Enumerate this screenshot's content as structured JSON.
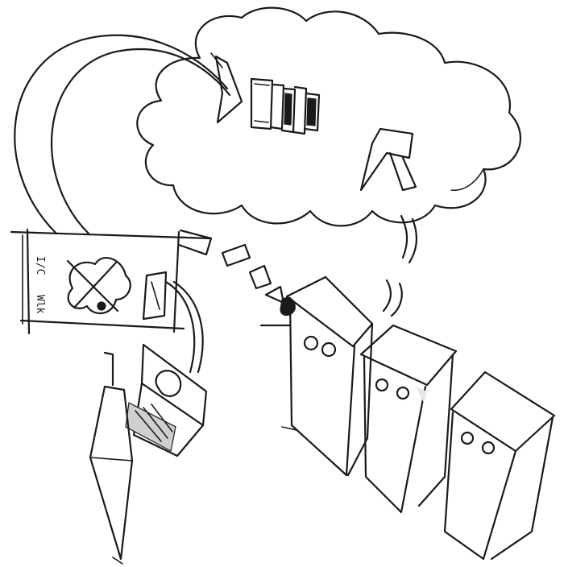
{
  "drawing": {
    "style": "hand-drawn ink sketch",
    "ink_color": "#1a1a1a",
    "background": "#ffffff"
  },
  "panel": {
    "text_left": "I/C",
    "text_bottom_left": "Wlk"
  }
}
